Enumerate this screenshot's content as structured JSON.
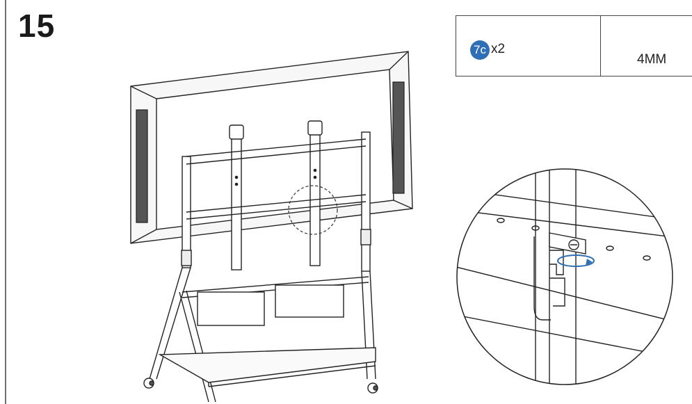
{
  "step": {
    "number": "15"
  },
  "parts": {
    "part_id": "7c",
    "quantity": "x2",
    "tool_size": "4MM",
    "badge_color": "#2f6fb6"
  },
  "icons": [
    "screw-icon",
    "allen-key-icon",
    "rotate-arrow-icon"
  ]
}
